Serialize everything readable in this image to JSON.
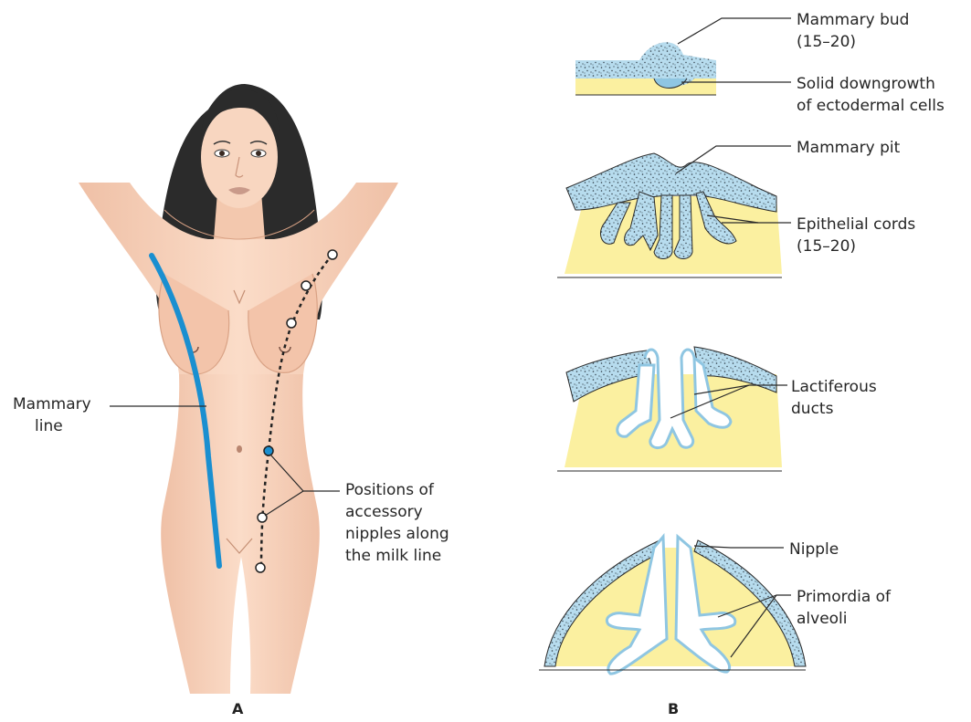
{
  "panels": {
    "a": "A",
    "b": "B"
  },
  "panel_a": {
    "mammary_line": [
      "Mammary",
      "line"
    ],
    "accessory": [
      "Positions of",
      "accessory",
      "nipples along",
      "the milk line"
    ]
  },
  "panel_b": {
    "mammary_bud": [
      "Mammary bud",
      "(15–20)"
    ],
    "downgrowth": [
      "Solid downgrowth",
      "of ectodermal cells"
    ],
    "mammary_pit": "Mammary pit",
    "epithelial_cords": [
      "Epithelial cords",
      "(15–20)"
    ],
    "lactiferous": [
      "Lactiferous",
      "ducts"
    ],
    "nipple": "Nipple",
    "primordia": [
      "Primordia of",
      "alveoli"
    ]
  },
  "colors": {
    "skin": "#f7d2bb",
    "skin_shadow": "#e2a98c",
    "hair": "#2b2b2b",
    "mammary_line": "#1a8fd0",
    "mesenchyme": "#fbf0a0",
    "epithelium": "#b9dcec",
    "lumen": "#ffffff"
  }
}
